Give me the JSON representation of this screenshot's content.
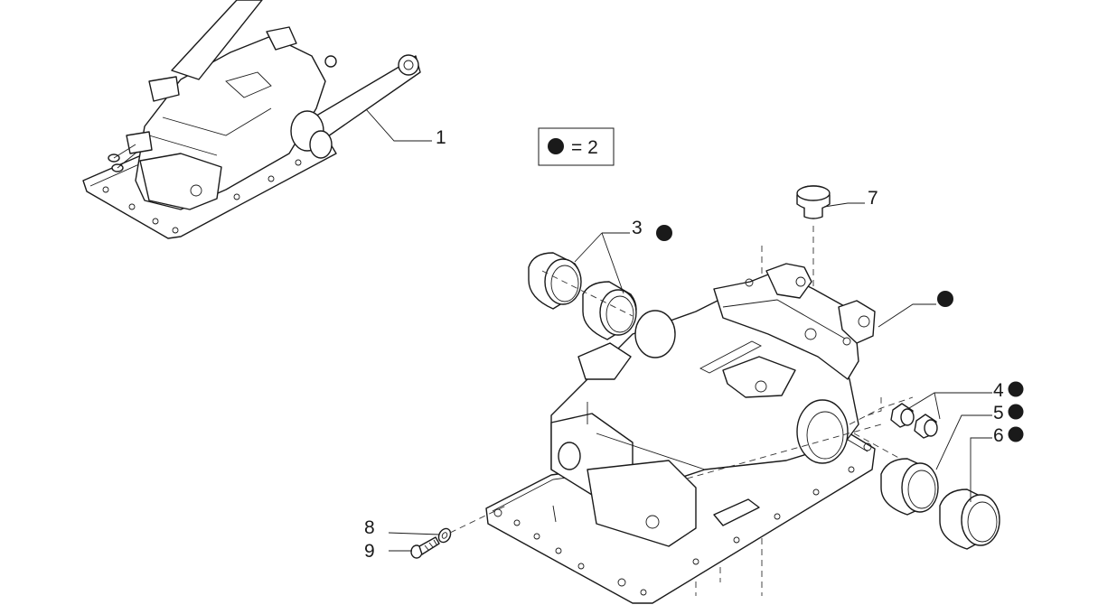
{
  "legend": {
    "text": "= 2"
  },
  "callouts": [
    {
      "id": "1",
      "label": "1"
    },
    {
      "id": "3",
      "label": "3"
    },
    {
      "id": "4",
      "label": "4"
    },
    {
      "id": "5",
      "label": "5"
    },
    {
      "id": "6",
      "label": "6"
    },
    {
      "id": "7",
      "label": "7"
    },
    {
      "id": "8",
      "label": "8"
    },
    {
      "id": "9",
      "label": "9"
    }
  ]
}
